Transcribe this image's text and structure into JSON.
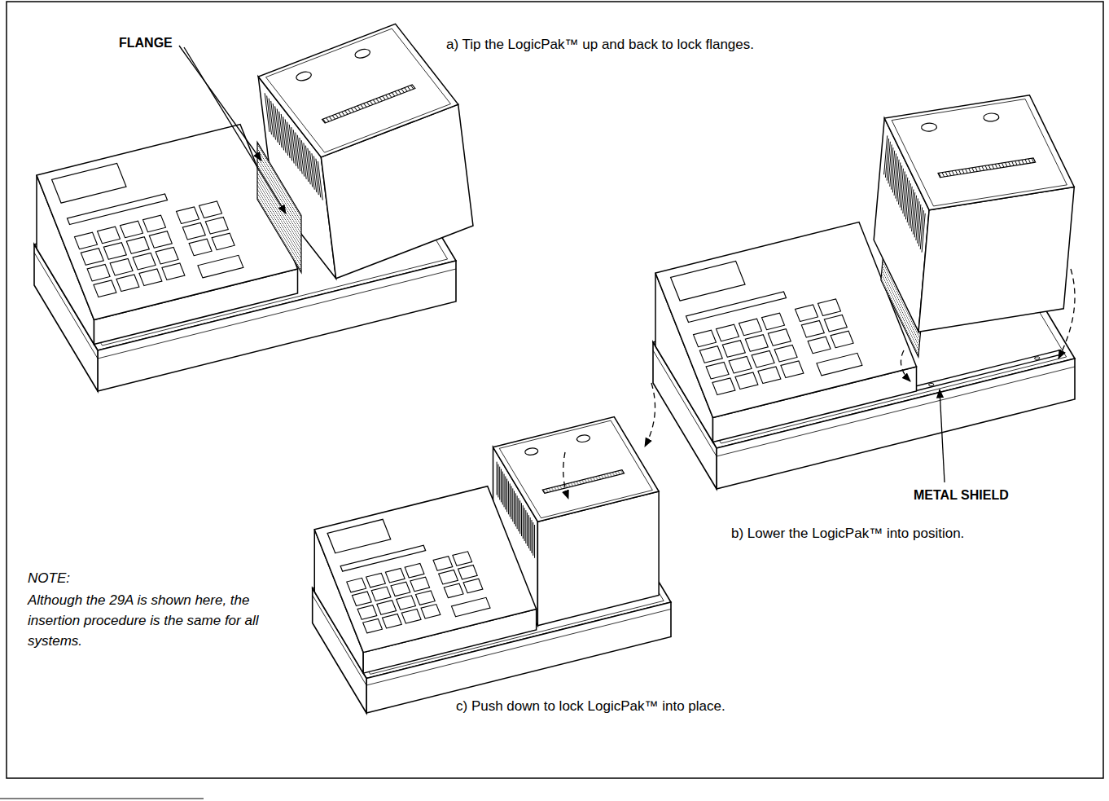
{
  "diagram": {
    "labels": [
      "FLANGE",
      "a) Tip the LogicPak™ up and back to lock flanges.",
      "METAL SHIELD",
      "b) Lower the LogicPak™ into position.",
      "NOTE:",
      "Although the 29A is shown here, the insertion procedure is the same for all systems.",
      "c) Push down to lock LogicPak™ into place."
    ]
  }
}
